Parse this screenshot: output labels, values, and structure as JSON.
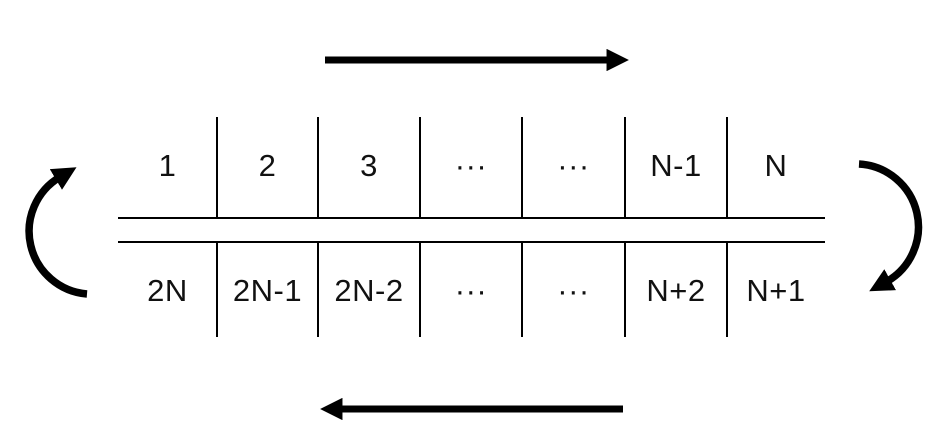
{
  "diagram": {
    "description_labels": {
      "top_flow_icon": "rightward-flow-arrow",
      "bottom_flow_icon": "leftward-flow-arrow",
      "left_wrap_icon": "left-wraparound-arrow",
      "right_wrap_icon": "right-wraparound-arrow"
    },
    "colors": {
      "line": "#000000",
      "text": "#111111",
      "background": "#ffffff"
    }
  },
  "table": {
    "top_row": [
      "1",
      "2",
      "3",
      "···",
      "···",
      "N-1",
      "N"
    ],
    "bottom_row": [
      "2N",
      "2N-1",
      "2N-2",
      "···",
      "···",
      "N+2",
      "N+1"
    ]
  }
}
